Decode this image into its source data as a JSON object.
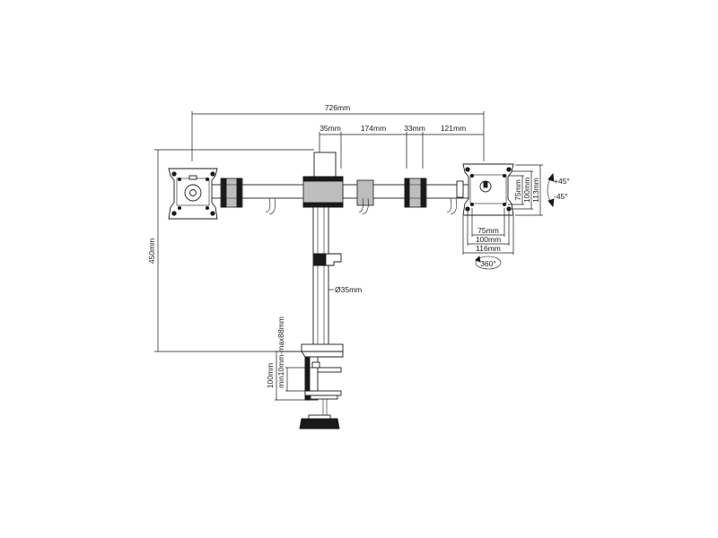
{
  "dimensions": {
    "total_width": "726mm",
    "pole_width": "35mm",
    "arm_span": "174mm",
    "joint_width": "33mm",
    "end_span": "121mm",
    "height": "450mm",
    "pole_diameter": "Ø35mm",
    "clamp_height": "100mm",
    "clamp_range": "min10mm-max88mm",
    "vesa_h_small": "75mm",
    "vesa_h_large": "100mm",
    "plate_width": "116mm",
    "vesa_v_small": "75mm",
    "vesa_v_large": "100mm",
    "plate_height": "113mm",
    "tilt_up": "+45°",
    "tilt_down": "-45°",
    "rotation": "360°"
  }
}
